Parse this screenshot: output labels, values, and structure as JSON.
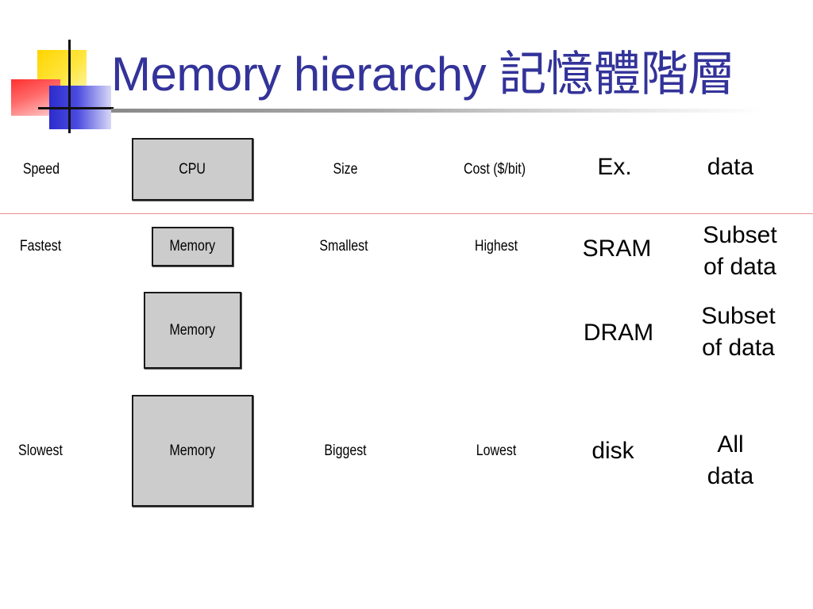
{
  "title": "Memory hierarchy 記憶體階層",
  "header_row": {
    "speed": "Speed",
    "cpu": "CPU",
    "size": "Size",
    "cost": "Cost ($/bit)",
    "example": "Ex.",
    "data": "data"
  },
  "levels": [
    {
      "speed": "Fastest",
      "box": "Memory",
      "size": "Smallest",
      "cost": "Highest",
      "example": "SRAM",
      "data_line1": "Subset",
      "data_line2": "of data"
    },
    {
      "speed": "",
      "box": "Memory",
      "size": "",
      "cost": "",
      "example": "DRAM",
      "data_line1": "Subset",
      "data_line2": "of data"
    },
    {
      "speed": "Slowest",
      "box": "Memory",
      "size": "Biggest",
      "cost": "Lowest",
      "example": "disk",
      "data_line1": "All",
      "data_line2": "data"
    }
  ],
  "colors": {
    "title": "#33339a",
    "box_fill": "#cccccc",
    "separator": "#e89090"
  }
}
